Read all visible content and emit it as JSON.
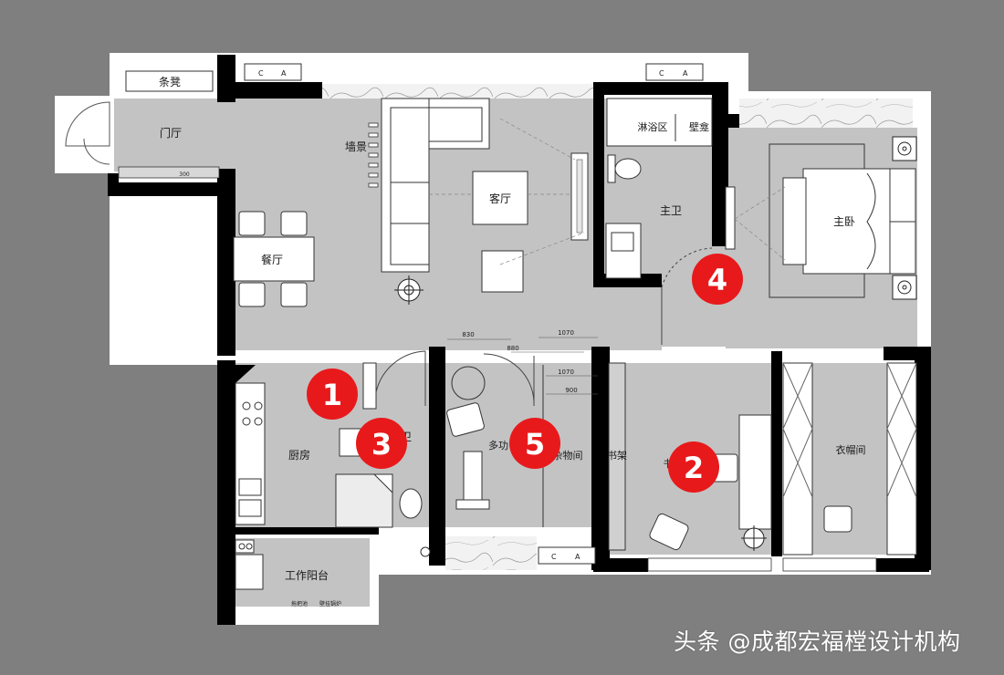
{
  "rooms": {
    "entrance": "门厅",
    "bench": "条凳",
    "feature_wall": "墙景",
    "living": "客厅",
    "dining": "餐厅",
    "master_bath": "主卫",
    "shower_zone": "淋浴区",
    "wall_niche": "壁龛",
    "master_bedroom": "主卧",
    "kitchen": "厨房",
    "bath2": "卫",
    "multi": "多功",
    "storage": "杂物间",
    "bookshelf": "书架",
    "study": "书",
    "wardrobe": "衣帽间",
    "work_balcony": "工作阳台",
    "mop_pool": "拖把池",
    "boiler": "壁挂锅炉"
  },
  "dimensions": {
    "d830": "830",
    "d880": "880",
    "d1070a": "1070",
    "d1070b": "1070",
    "d900": "900",
    "d300": "300"
  },
  "window_marks": {
    "c": "C",
    "a": "A"
  },
  "markers": [
    "1",
    "2",
    "3",
    "4",
    "5"
  ],
  "colors": {
    "background": "#7f7f7f",
    "floor": "#c3c3c3",
    "wall": "#000000",
    "marker": "#e8191b"
  },
  "watermark": "头条 @成都宏福樘设计机构"
}
